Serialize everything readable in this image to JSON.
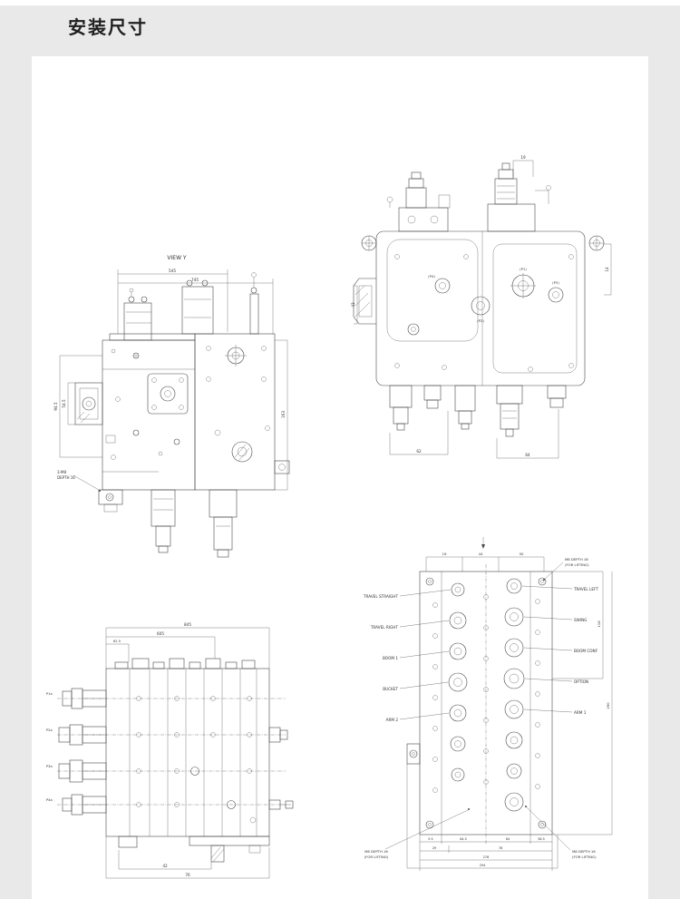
{
  "page": {
    "title": "安装尺寸"
  },
  "colors": {
    "background": "#e9e9e9",
    "panel": "#ffffff",
    "line": "#474747",
    "text": "#333333"
  },
  "view_front": {
    "view_label": "VIEW Y",
    "dim_top_inner": "545",
    "dim_top_outer": "745",
    "dim_left_inner": "54.5",
    "dim_left_outer": "94.5",
    "dim_right": "163",
    "note_line1": "3-M8",
    "note_line2": "DEPTH 16"
  },
  "view_end": {
    "dim_top": "19",
    "dim_left": "43",
    "dim_right": "14",
    "dim_bottom_left": "62",
    "dim_bottom_right": "64",
    "port_labels": [
      "(P1)",
      "(P2)",
      "(P3)",
      "(P4)"
    ]
  },
  "view_side": {
    "dim_top_full": "845",
    "dim_top_mid": "605",
    "dim_top_small": "62.5",
    "dim_bottom_mid": "42",
    "dim_bottom_full": "76",
    "row_labels": [
      "P1a",
      "P2a",
      "P3a",
      "P4a"
    ]
  },
  "view_plan": {
    "dim_top_segs": [
      "19",
      "44",
      "50"
    ],
    "left_labels": [
      "TRAVEL STRAIGHT",
      "TRAVEL RIGHT",
      "BOOM 1",
      "BUCKET",
      "ARM 2"
    ],
    "right_labels": [
      "TRAVEL LEFT",
      "SWING",
      "BOOM CONF",
      "OPTION",
      "ARM 1"
    ],
    "note_lift_1": "M8 DEPTH 16",
    "note_lift_2": "(FOR LIFTING)",
    "dim_bottom_t1": [
      "9.5",
      "64.5",
      "64",
      "58.5"
    ],
    "dim_bottom_t2": [
      "29",
      "78"
    ],
    "dim_bottom_t3": "278",
    "dim_bottom_t4": "294",
    "dim_right_1": "118",
    "dim_right_2": "290"
  }
}
